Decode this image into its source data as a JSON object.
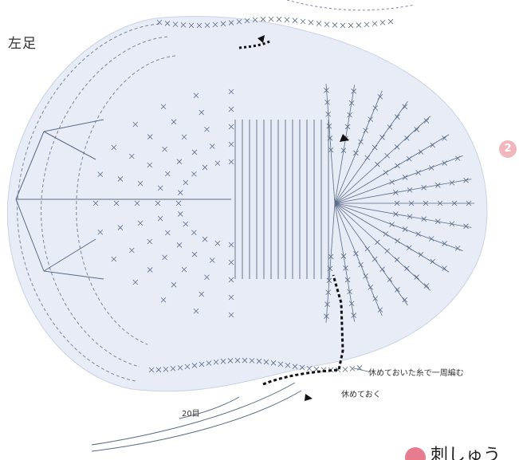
{
  "diagram": {
    "title": "左足",
    "chain_count_label": "20目",
    "join_note": "休めておいた糸で一周編む",
    "rest_note": "休めておく",
    "step_badge_2": "2",
    "footer_heading": "刺しゅう"
  },
  "colors": {
    "shape_fill": "#e7ecf6",
    "stitch": "#5a6a86",
    "line": "#7a86a0",
    "accent": "#111111",
    "badge": "#e87c8f"
  }
}
